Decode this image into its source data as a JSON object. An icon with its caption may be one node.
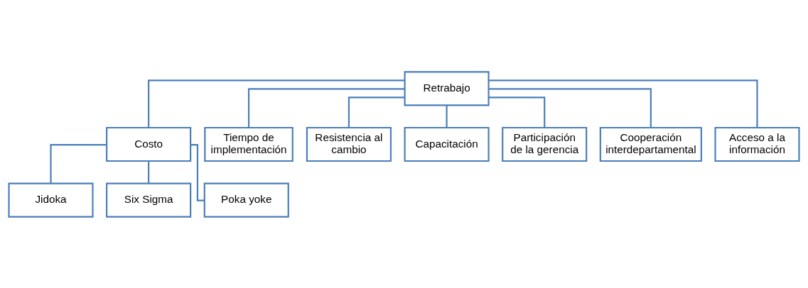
{
  "diagram": {
    "nodes": [
      {
        "text": [
          "Retrabajo"
        ]
      },
      {
        "text": [
          "Costo"
        ]
      },
      {
        "text": [
          "Tiempo de implementación"
        ]
      },
      {
        "text": [
          "Resistencia al cambio"
        ]
      },
      {
        "text": [
          "Capacitación"
        ]
      },
      {
        "text": [
          "Participación de la gerencia"
        ]
      },
      {
        "text": [
          "Cooperación interdepartamental"
        ]
      },
      {
        "text": [
          "Acceso a la información"
        ]
      },
      {
        "text": [
          "Jidoka"
        ]
      },
      {
        "text": [
          "Six Sigma"
        ]
      },
      {
        "text": [
          "Poka yoke"
        ]
      }
    ],
    "edges": [
      {
        "from": 0,
        "to": 1,
        "arrow": "none"
      },
      {
        "from": 0,
        "to": 2,
        "arrow": "none"
      },
      {
        "from": 0,
        "to": 3,
        "arrow": "none"
      },
      {
        "from": 0,
        "to": 4,
        "arrow": "none"
      },
      {
        "from": 0,
        "to": 5,
        "arrow": "none"
      },
      {
        "from": 0,
        "to": 6,
        "arrow": "none"
      },
      {
        "from": 0,
        "to": 7,
        "arrow": "none"
      },
      {
        "from": 1,
        "to": 8,
        "arrow": "none"
      },
      {
        "from": 1,
        "to": 9,
        "arrow": "none"
      },
      {
        "from": 1,
        "to": 10,
        "arrow": "none"
      }
    ]
  }
}
